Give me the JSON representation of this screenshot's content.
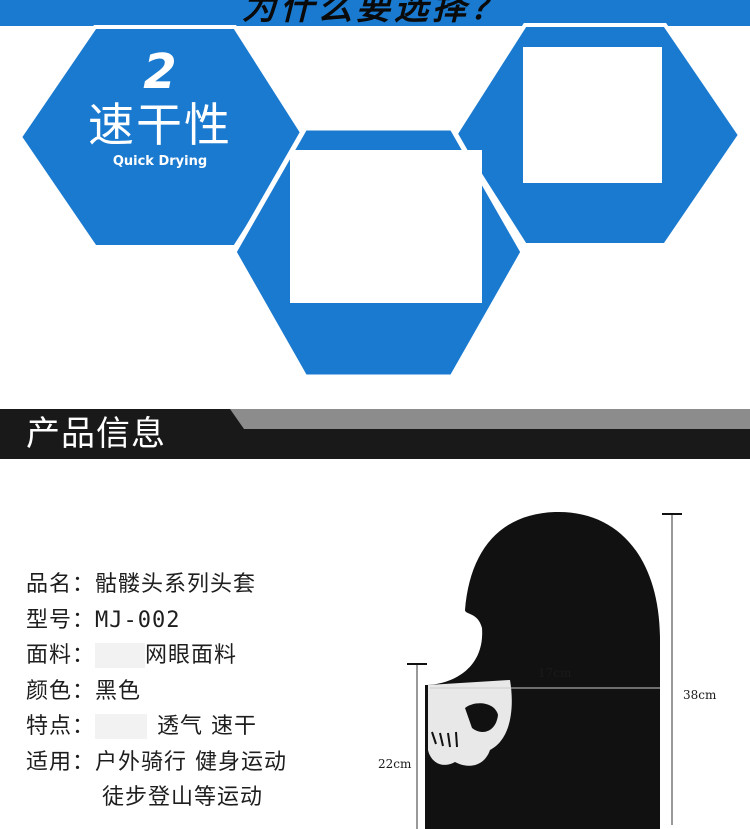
{
  "top_banner": {
    "text": "为什么要选择？"
  },
  "feature": {
    "number": "2",
    "title_cn": "速干性",
    "title_en": "Quick Drying"
  },
  "section": {
    "title": "产品信息"
  },
  "product_info": {
    "name_label": "品名：",
    "name_value": "骷髅头系列头套",
    "model_label": "型号：",
    "model_value": "MJ-002",
    "fabric_label": "面料：",
    "fabric_value": "网眼面料",
    "color_label": "颜色：",
    "color_value": "黑色",
    "feature_label": "特点：",
    "feature_value": "透气  速干",
    "usage_label": "适用：",
    "usage_value_1": "户外骑行  健身运动",
    "usage_value_2": "徒步登山等运动"
  },
  "dimensions": {
    "width": "17cm",
    "height": "38cm",
    "face": "22cm"
  },
  "colors": {
    "accent_blue": "#1a7ad0",
    "header_dark": "#191919",
    "header_stripe": "#8c8c8c"
  }
}
